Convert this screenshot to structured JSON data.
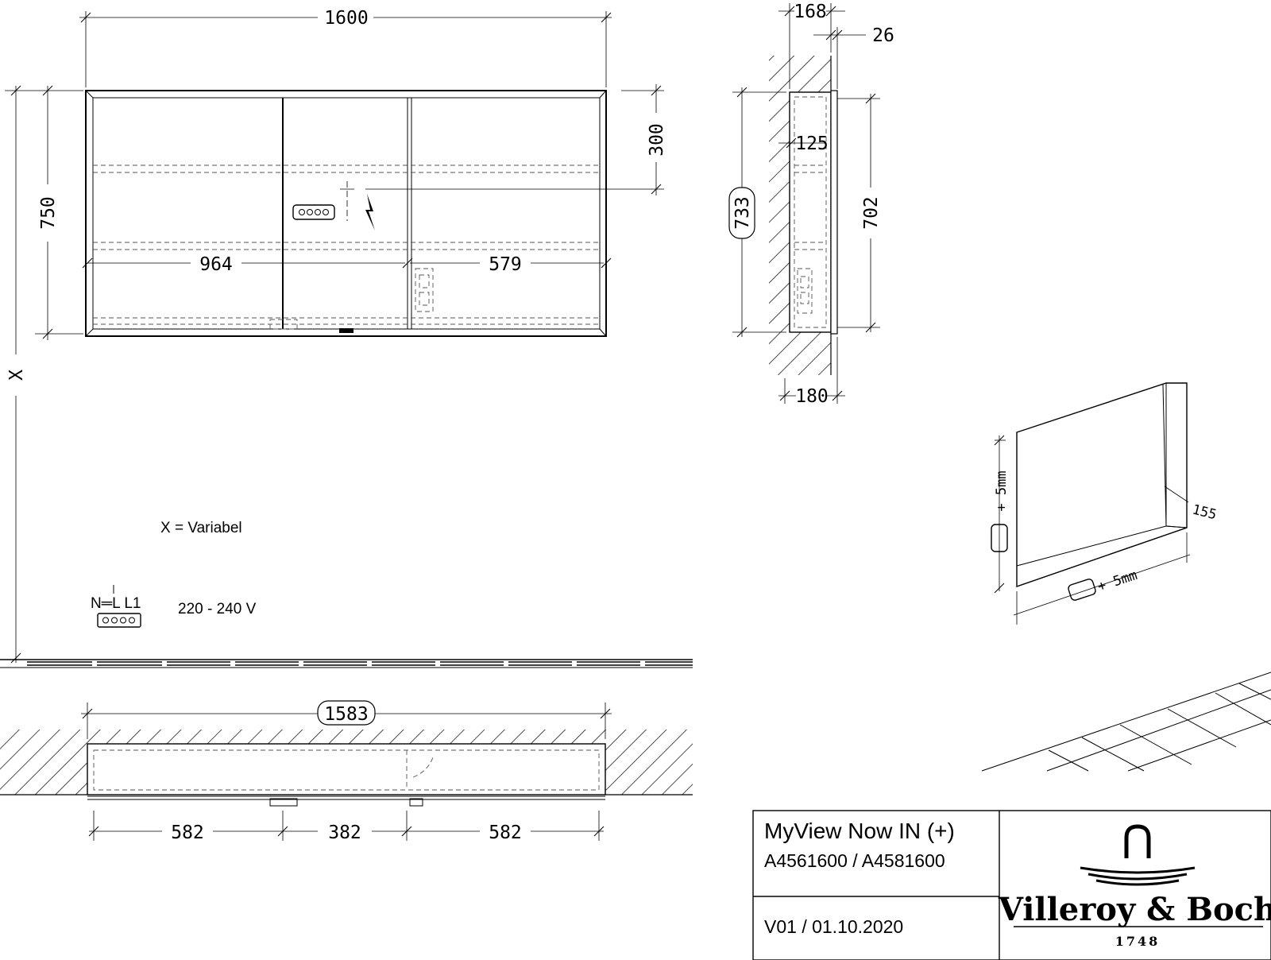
{
  "front_view": {
    "width": "1600",
    "height": "750",
    "socket_height": "300",
    "left_span": "964",
    "right_span": "579",
    "x_label": "X"
  },
  "side_view": {
    "depth": "168",
    "frame": "26",
    "shelf": "125",
    "recess_height": "733",
    "inner_height": "702",
    "bottom_depth": "180"
  },
  "iso_view": {
    "tolerance_v": "+ 5mm",
    "tolerance_h": "+ 5mm",
    "recess_depth": "155"
  },
  "top_view": {
    "recess_width": "1583",
    "seg_left": "582",
    "seg_mid": "382",
    "seg_right": "582"
  },
  "notes": {
    "variable": "X = Variabel",
    "wiring": "N═L L1",
    "voltage": "220 - 240 V"
  },
  "title_block": {
    "product": "MyView Now IN (+)",
    "codes": "A4561600 / A4581600",
    "version": "V01 / 01.10.2020",
    "brand": "Villeroy & Boch",
    "year": "1748"
  }
}
